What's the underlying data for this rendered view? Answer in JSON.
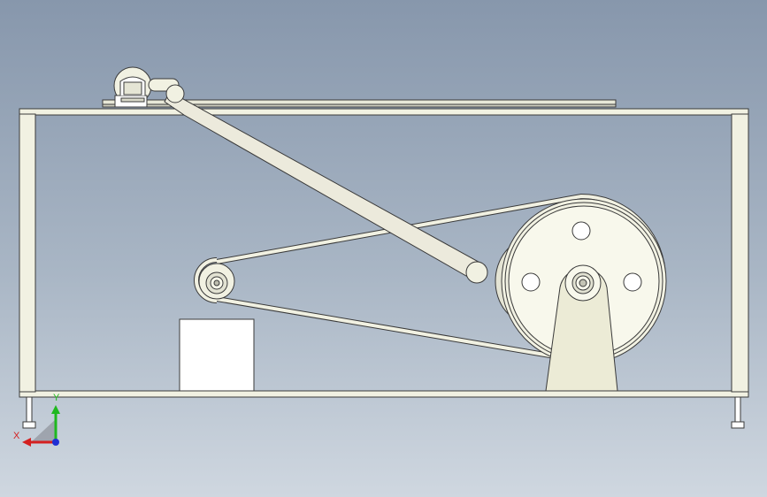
{
  "axis_triad": {
    "x_label": "X",
    "y_label": "Y",
    "x_color": "#d42020",
    "y_color": "#1fb81f",
    "z_color": "#1f2fd4"
  },
  "colors": {
    "background_top": "#8797ac",
    "background_bottom": "#cfd7e0",
    "part_fill": "#f1f1e2",
    "frame_fill": "#eeeedd",
    "outline": "#3a3a3a",
    "panel_fill": "#ffffff"
  },
  "components": [
    "frame",
    "top-rail",
    "motor-mount",
    "connecting-rod",
    "drive-belt",
    "small-pulley",
    "large-flywheel",
    "flywheel-support",
    "base-block",
    "leveling-feet"
  ]
}
